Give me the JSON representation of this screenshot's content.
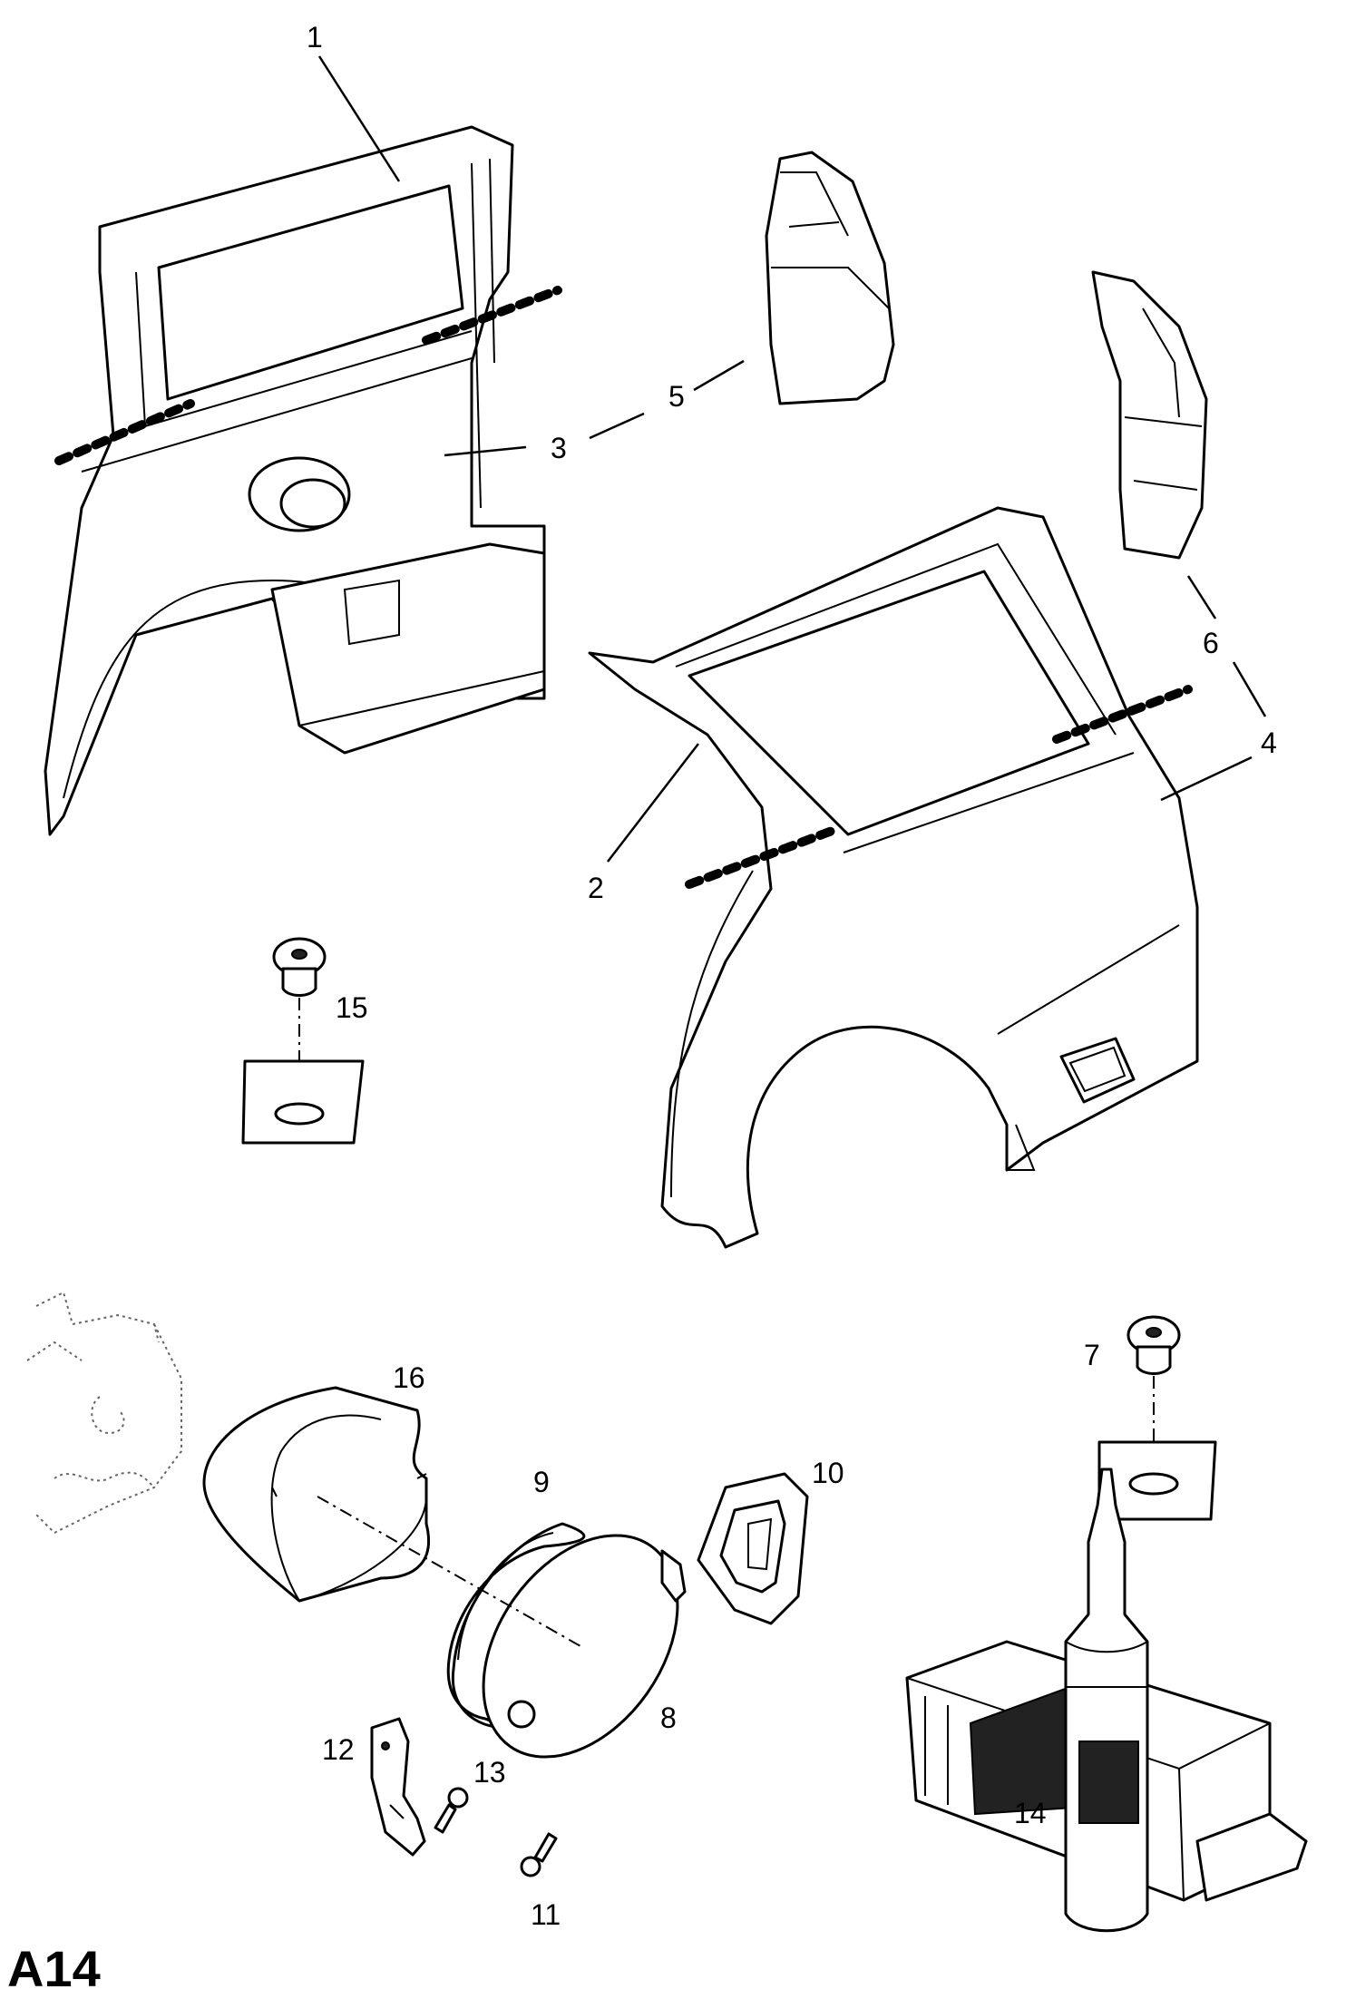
{
  "title": "A14",
  "callouts": [
    {
      "id": "1",
      "text": "1"
    },
    {
      "id": "2",
      "text": "2"
    },
    {
      "id": "3",
      "text": "3"
    },
    {
      "id": "4",
      "text": "4"
    },
    {
      "id": "5",
      "text": "5"
    },
    {
      "id": "6",
      "text": "6"
    },
    {
      "id": "7",
      "text": "7"
    },
    {
      "id": "8",
      "text": "8"
    },
    {
      "id": "9",
      "text": "9"
    },
    {
      "id": "10",
      "text": "10"
    },
    {
      "id": "11",
      "text": "11"
    },
    {
      "id": "12",
      "text": "12"
    },
    {
      "id": "13",
      "text": "13"
    },
    {
      "id": "14",
      "text": "14"
    },
    {
      "id": "15",
      "text": "15"
    },
    {
      "id": "16",
      "text": "16"
    }
  ]
}
